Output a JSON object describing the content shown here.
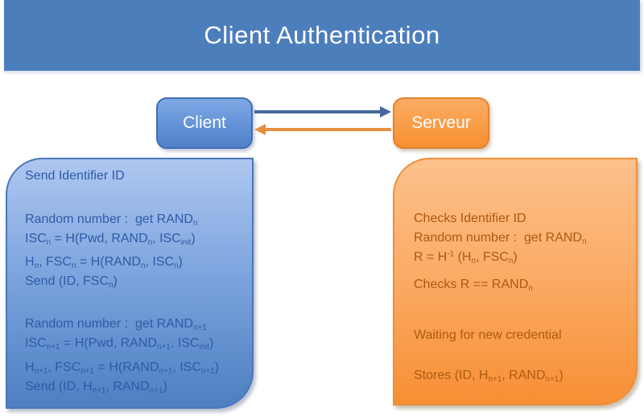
{
  "title": {
    "text": "Client Authentication"
  },
  "actors": {
    "client": "Client",
    "server": "Serveur"
  },
  "arrows": [
    {
      "name": "client-to-server",
      "direction": "right",
      "color": "#44699e"
    },
    {
      "name": "server-to-client",
      "direction": "left",
      "color": "#e78f3f"
    }
  ],
  "client_panel": {
    "paragraphs": [
      [
        "Send Identifier ID"
      ],
      [
        "Random number :  get RAND_{n}",
        "ISC_{n} = H(Pwd, RAND_{n}, ISC_{init})"
      ],
      [
        "H_{n}, FSC_{n} = H(RAND_{n}, ISC_{n})",
        "Send (ID, FSC_{n})"
      ],
      [
        "Random number :  get RAND_{n+1}",
        "ISC_{n+1} = H(Pwd, RAND_{n+1}, ISC_{init})"
      ],
      [
        "H_{n+1}, FSC_{n+1} = H(RAND_{n+1}, ISC_{n+1})",
        "Send (ID, H_{n+1}, RAND_{n+1})"
      ]
    ]
  },
  "server_panel": {
    "paragraphs": [
      [
        "Checks Identifier ID",
        "Random number :  get RAND_{n}",
        "R = H^{-1} (H_{n}, FSC_{n})"
      ],
      [
        "Checks R == RAND_{n}"
      ],
      [
        "Waiting for new credential"
      ],
      [
        "Stores (ID, H_{n+1}, RAND_{n+1})"
      ]
    ]
  },
  "colors": {
    "title_bar": "#4d7ebc",
    "title_text": "#ffffff",
    "client_node_top": "#7fa9e6",
    "client_node_bottom": "#5081c9",
    "server_node_top": "#fbac64",
    "server_node_bottom": "#f78f33",
    "client_fill_top": "#aec7f0",
    "client_fill_bottom": "#4d7fc1",
    "server_fill_top": "#fcc18b",
    "server_fill_bottom": "#f78f35",
    "client_text": "#2e5ca6",
    "server_text": "#ad5b10",
    "arrow_blue": "#44699e",
    "arrow_orange": "#e78f3f"
  }
}
